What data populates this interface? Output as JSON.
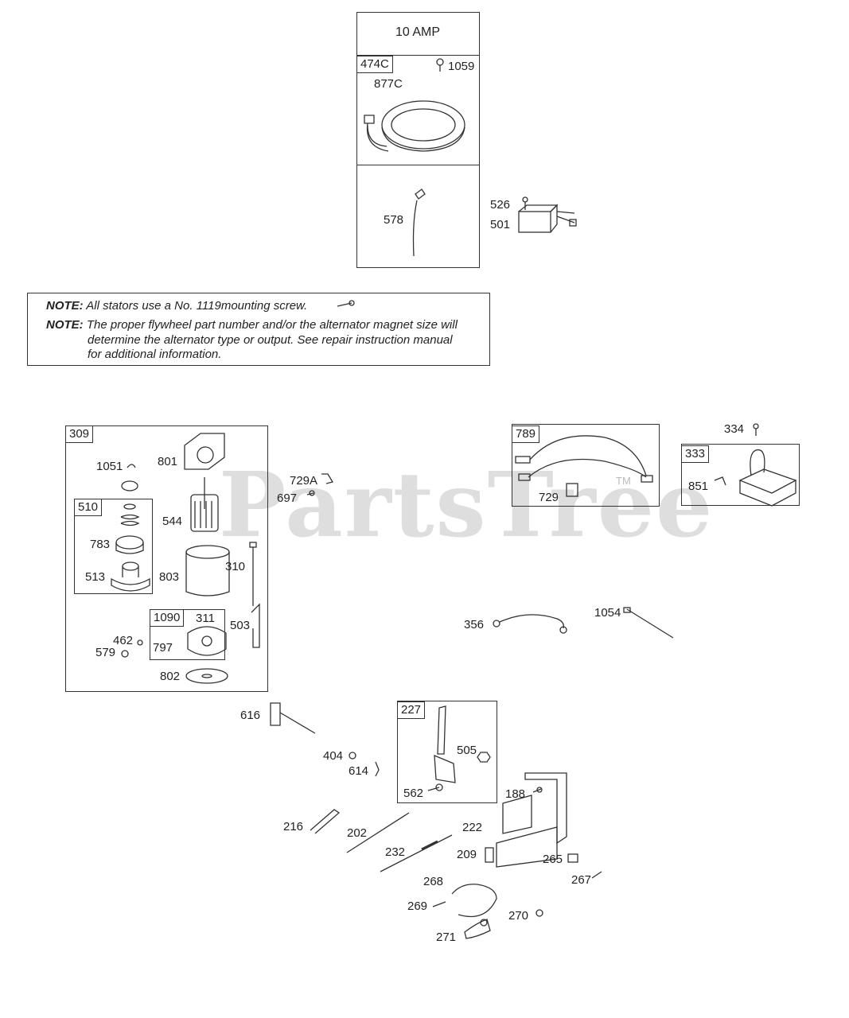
{
  "watermark": "PartsTree",
  "alternator": {
    "header": "10 AMP",
    "group_tag": "474C",
    "labels": {
      "p1059": "1059",
      "p877C": "877C",
      "p578": "578",
      "p526": "526",
      "p501": "501"
    }
  },
  "notes": {
    "note1_prefix": "NOTE:",
    "note1_text": "All stators use a No. 1119mounting screw.",
    "note2_prefix": "NOTE:",
    "note2_line1": "The proper flywheel part number and/or the alternator magnet size will",
    "note2_line2": "determine the alternator type or output. See repair instruction manual",
    "note2_line3": "for additional information."
  },
  "starter": {
    "group_tag": "309",
    "sub510_tag": "510",
    "sub1090_tag": "1090",
    "labels": {
      "p1051": "1051",
      "p801": "801",
      "p544": "544",
      "p783": "783",
      "p513": "513",
      "p803": "803",
      "p310": "310",
      "p311": "311",
      "p503": "503",
      "p462": "462",
      "p579": "579",
      "p797": "797",
      "p802": "802"
    }
  },
  "misc": {
    "labels": {
      "p729A": "729A",
      "p697": "697",
      "p729": "729",
      "p334": "334",
      "p851": "851",
      "p356": "356",
      "p1054": "1054",
      "p616": "616",
      "p404": "404",
      "p614": "614",
      "p505": "505",
      "p562": "562",
      "p188": "188",
      "p216": "216",
      "p202": "202",
      "p222": "222",
      "p232": "232",
      "p209": "209",
      "p265": "265",
      "p267": "267",
      "p268": "268",
      "p269": "269",
      "p270": "270",
      "p271": "271"
    },
    "tag789": "789",
    "tag333": "333",
    "tag227": "227",
    "tm": "TM"
  }
}
